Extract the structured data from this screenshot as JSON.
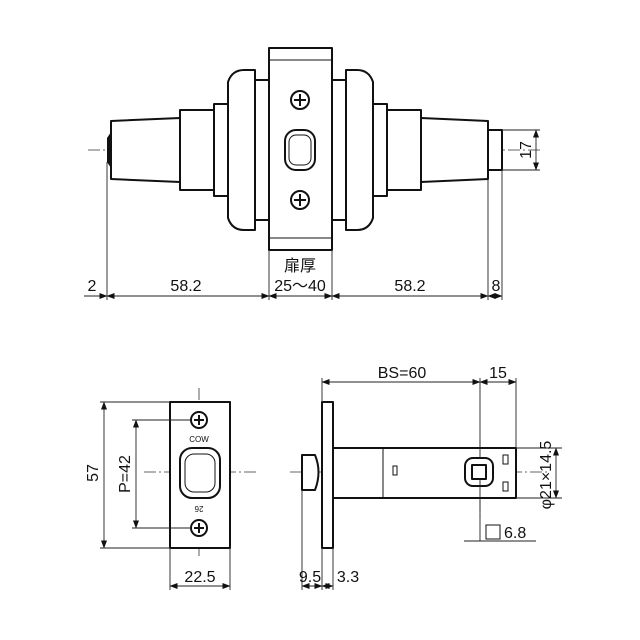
{
  "top_view": {
    "dim_left_tip": "2",
    "dim_left_lever": "58.2",
    "door_thickness_label": "扉厚",
    "door_thickness_range": "25〜40",
    "dim_right_lever": "58.2",
    "dim_right_tip": "8",
    "dim_knob_height": "17"
  },
  "faceplate_view": {
    "dim_height": "57",
    "dim_pitch": "P=42",
    "dim_width": "22.5",
    "stamp_top": "COW",
    "stamp_bottom": "26"
  },
  "latch_view": {
    "dim_backset": "BS=60",
    "dim_spindle_offset": "15",
    "dim_bolt": "9.5",
    "dim_plate": "3.3",
    "dim_spindle_square": "6.8",
    "dim_bore": "φ21×14.5"
  }
}
